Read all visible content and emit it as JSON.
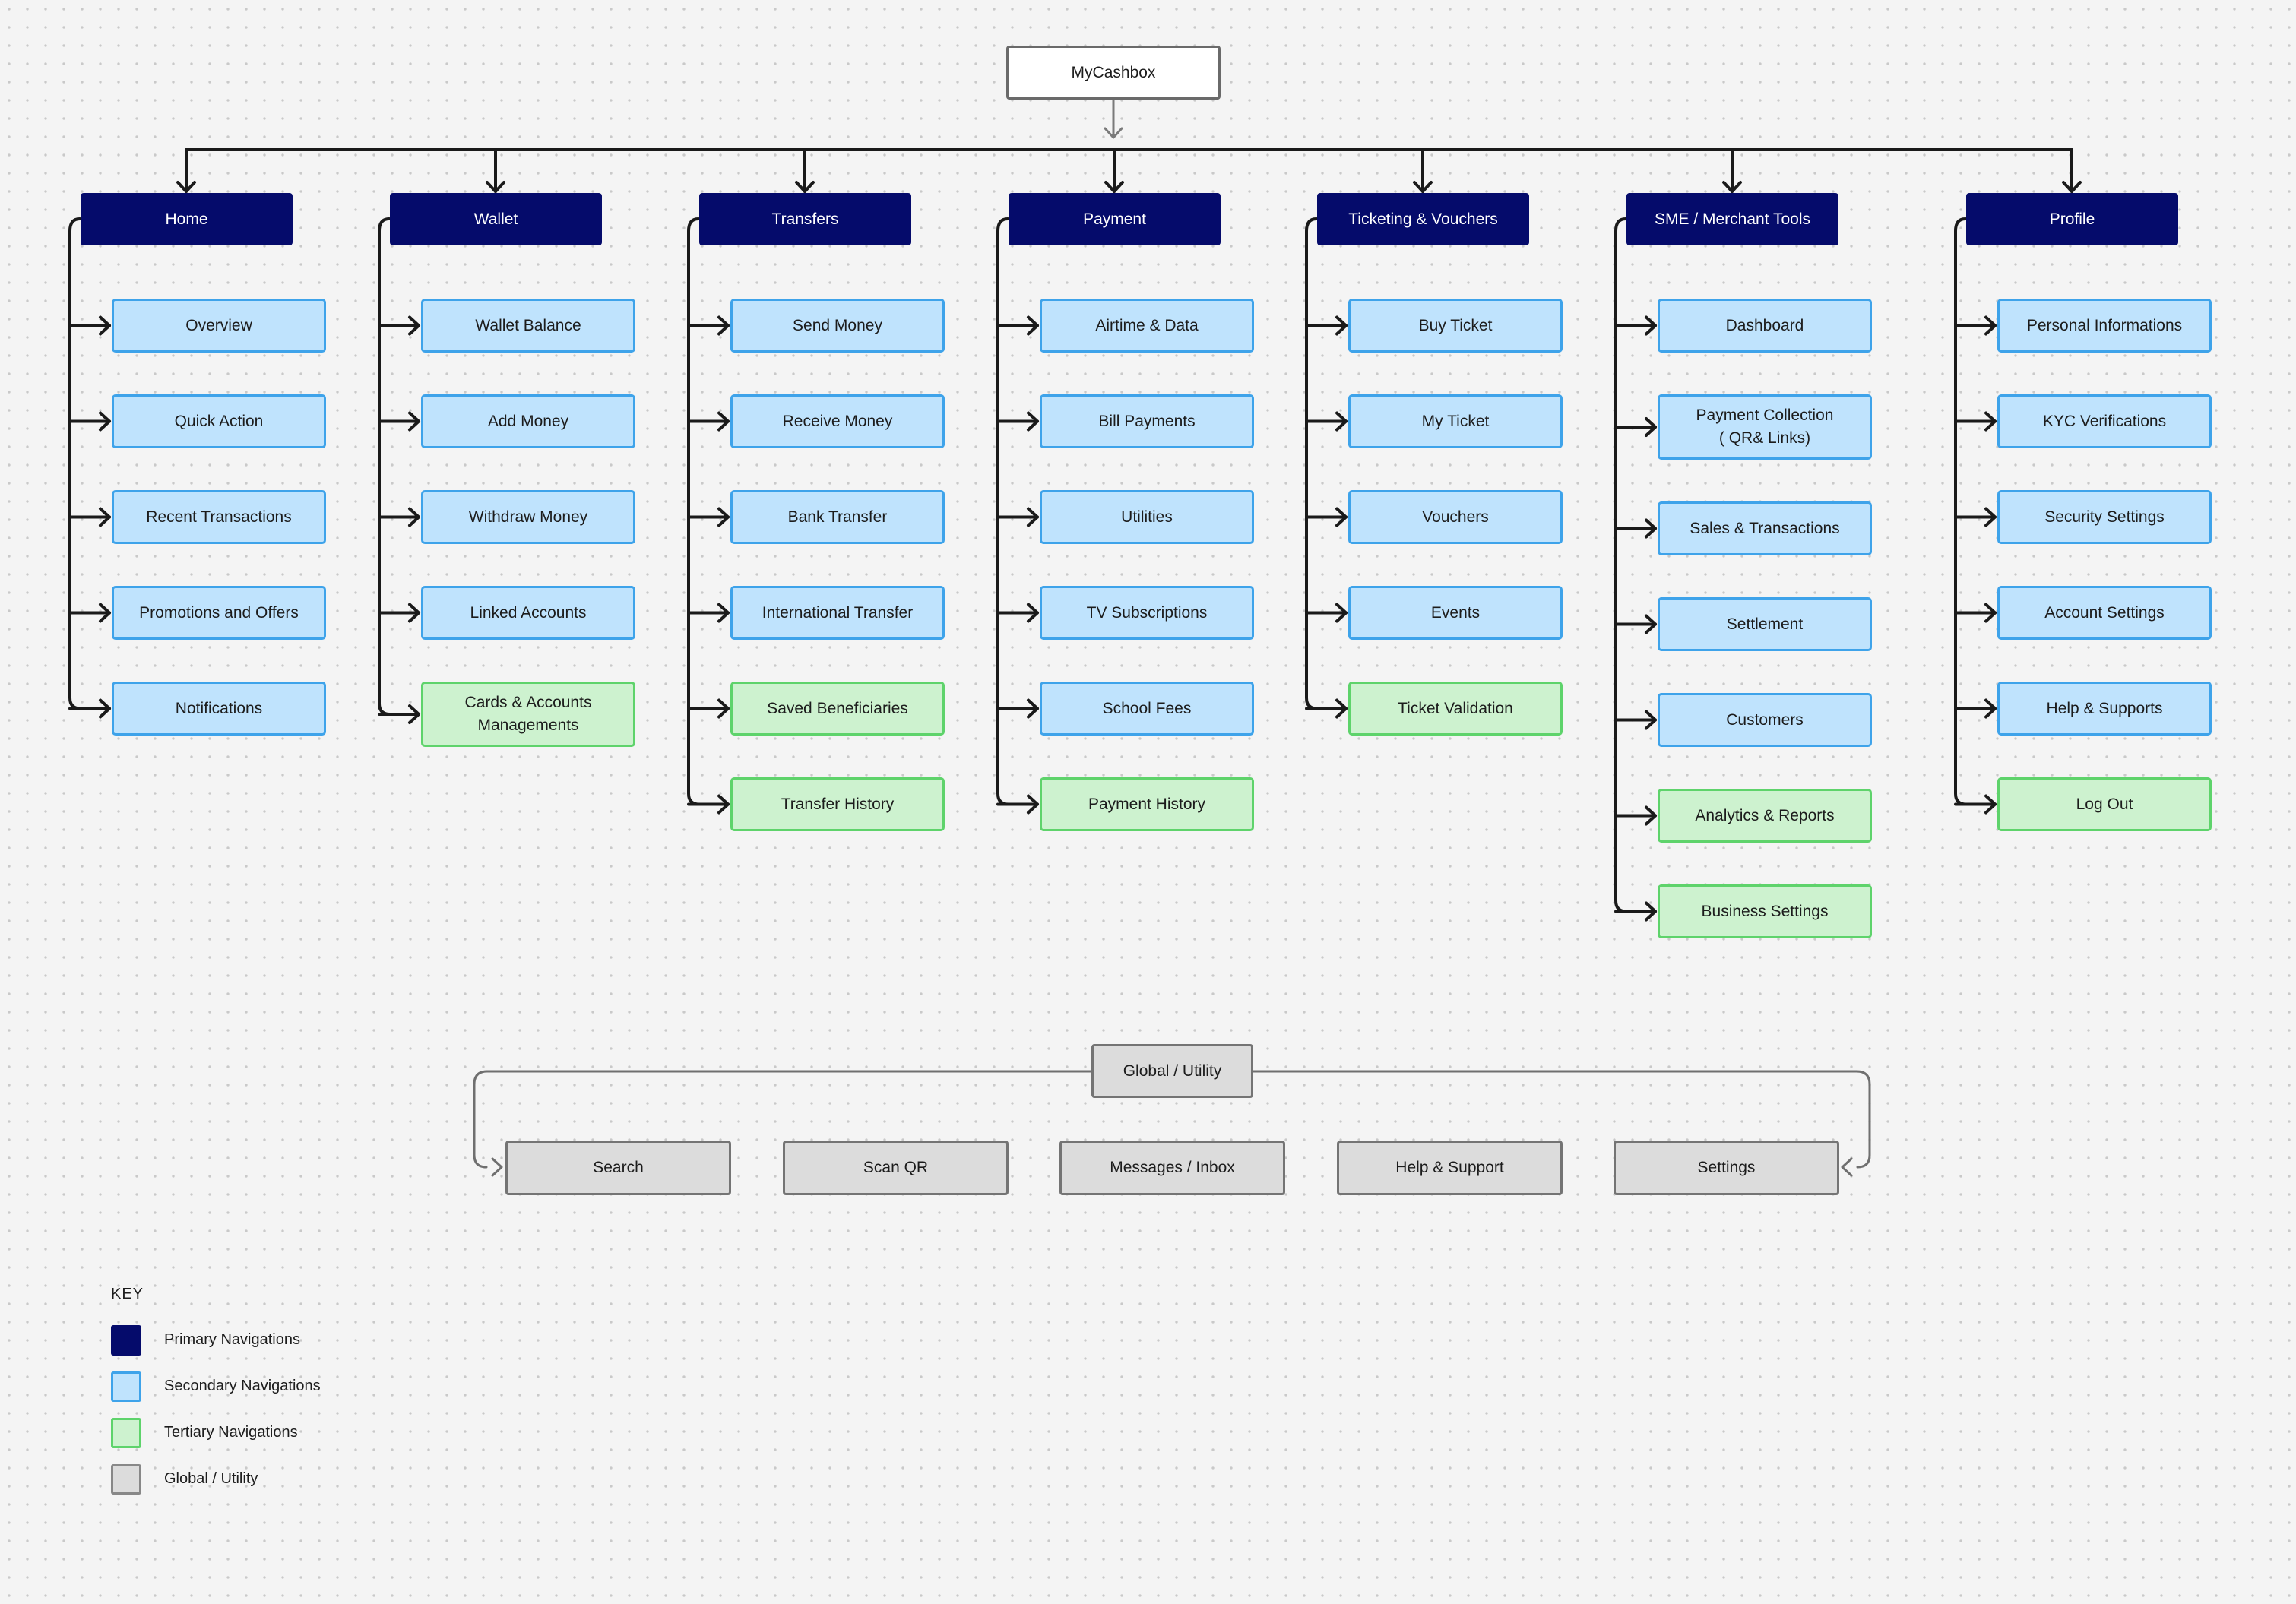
{
  "root": {
    "label": "MyCashbox"
  },
  "columns": [
    {
      "id": "home",
      "label": "Home",
      "items": [
        {
          "label": "Overview",
          "level": "secondary"
        },
        {
          "label": "Quick Action",
          "level": "secondary"
        },
        {
          "label": "Recent Transactions",
          "level": "secondary"
        },
        {
          "label": "Promotions and Offers",
          "level": "secondary"
        },
        {
          "label": "Notifications",
          "level": "secondary"
        }
      ]
    },
    {
      "id": "wallet",
      "label": "Wallet",
      "items": [
        {
          "label": "Wallet Balance",
          "level": "secondary"
        },
        {
          "label": "Add Money",
          "level": "secondary"
        },
        {
          "label": "Withdraw Money",
          "level": "secondary"
        },
        {
          "label": "Linked Accounts",
          "level": "secondary"
        },
        {
          "label": "Cards & Accounts\nManagements",
          "level": "tertiary"
        }
      ]
    },
    {
      "id": "transfers",
      "label": "Transfers",
      "items": [
        {
          "label": "Send Money",
          "level": "secondary"
        },
        {
          "label": "Receive Money",
          "level": "secondary"
        },
        {
          "label": "Bank Transfer",
          "level": "secondary"
        },
        {
          "label": "International Transfer",
          "level": "secondary"
        },
        {
          "label": "Saved Beneficiaries",
          "level": "tertiary"
        },
        {
          "label": "Transfer History",
          "level": "tertiary"
        }
      ]
    },
    {
      "id": "payment",
      "label": "Payment",
      "items": [
        {
          "label": "Airtime & Data",
          "level": "secondary"
        },
        {
          "label": "Bill Payments",
          "level": "secondary"
        },
        {
          "label": "Utilities",
          "level": "secondary"
        },
        {
          "label": "TV Subscriptions",
          "level": "secondary"
        },
        {
          "label": "School Fees",
          "level": "secondary"
        },
        {
          "label": "Payment History",
          "level": "tertiary"
        }
      ]
    },
    {
      "id": "ticketing",
      "label": "Ticketing & Vouchers",
      "items": [
        {
          "label": "Buy Ticket",
          "level": "secondary"
        },
        {
          "label": "My Ticket",
          "level": "secondary"
        },
        {
          "label": "Vouchers",
          "level": "secondary"
        },
        {
          "label": "Events",
          "level": "secondary"
        },
        {
          "label": "Ticket Validation",
          "level": "tertiary"
        }
      ]
    },
    {
      "id": "sme",
      "label": "SME / Merchant Tools",
      "items": [
        {
          "label": "Dashboard",
          "level": "secondary"
        },
        {
          "label": "Payment Collection\n( QR& Links)",
          "level": "secondary"
        },
        {
          "label": "Sales & Transactions",
          "level": "secondary"
        },
        {
          "label": "Settlement",
          "level": "secondary"
        },
        {
          "label": "Customers",
          "level": "secondary"
        },
        {
          "label": "Analytics & Reports",
          "level": "tertiary"
        },
        {
          "label": "Business Settings",
          "level": "tertiary"
        }
      ]
    },
    {
      "id": "profile",
      "label": "Profile",
      "items": [
        {
          "label": "Personal Informations",
          "level": "secondary"
        },
        {
          "label": "KYC Verifications",
          "level": "secondary"
        },
        {
          "label": "Security Settings",
          "level": "secondary"
        },
        {
          "label": "Account Settings",
          "level": "secondary"
        },
        {
          "label": "Help & Supports",
          "level": "secondary"
        },
        {
          "label": "Log Out",
          "level": "tertiary"
        }
      ]
    }
  ],
  "global": {
    "label": "Global / Utility",
    "items": [
      "Search",
      "Scan QR",
      "Messages / Inbox",
      "Help & Support",
      "Settings"
    ]
  },
  "key": {
    "title": "KEY",
    "items": [
      {
        "label": "Primary Navigations",
        "level": "primary"
      },
      {
        "label": "Secondary Navigations",
        "level": "secondary"
      },
      {
        "label": "Tertiary Navigations",
        "level": "tertiary"
      },
      {
        "label": "Global / Utility",
        "level": "global"
      }
    ]
  },
  "colors": {
    "primary": "#050b6b",
    "secondary_fill": "#bfe3fd",
    "secondary_border": "#3ea3ea",
    "tertiary_fill": "#cdf2cf",
    "tertiary_border": "#5ed36b",
    "global_fill": "#dcdcdc",
    "global_border": "#747474",
    "connector": "#1a1a1a"
  }
}
